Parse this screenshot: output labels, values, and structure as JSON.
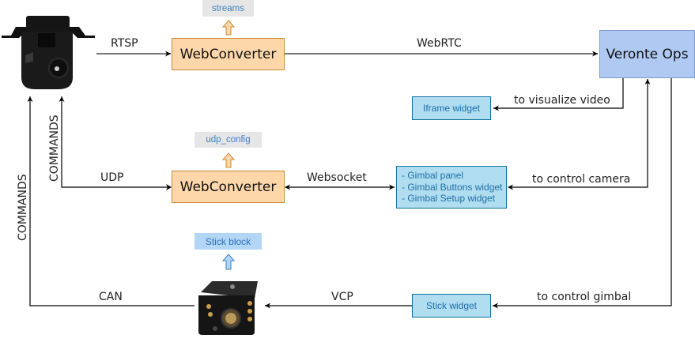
{
  "nodes": {
    "webconverter_top": "WebConverter",
    "webconverter_bottom": "WebConverter",
    "veronte_ops": "Veronte Ops",
    "iframe_widget": "Iframe widget",
    "gimbal_widgets": [
      "- Gimbal panel",
      "- Gimbal Buttons widget",
      "- Gimbal Setup widget"
    ],
    "stick_widget": "Stick widget"
  },
  "configs": {
    "streams": "streams",
    "udp_config": "udp_config",
    "stick_block": "Stick block"
  },
  "edge_labels": {
    "rtsp": "RTSP",
    "webrtc": "WebRTC",
    "to_visualize_video": "to visualize video",
    "udp": "UDP",
    "websocket": "Websocket",
    "to_control_camera": "to control camera",
    "commands_inner": "COMMANDS",
    "commands_outer": "COMMANDS",
    "can": "CAN",
    "vcp": "VCP",
    "to_control_gimbal": "to control gimbal"
  },
  "images": {
    "camera": "gimbal-camera",
    "autopilot": "autopilot-unit"
  },
  "colors": {
    "webconverter_fill": "#fdd7a9",
    "webconverter_border": "#c98a35",
    "veronte_fill": "#afc9f3",
    "widget_fill": "#b1ddf0",
    "widget_border": "#10739e",
    "config_fill": "#e6e6e6",
    "stick_block_fill": "#b3d6f7"
  }
}
